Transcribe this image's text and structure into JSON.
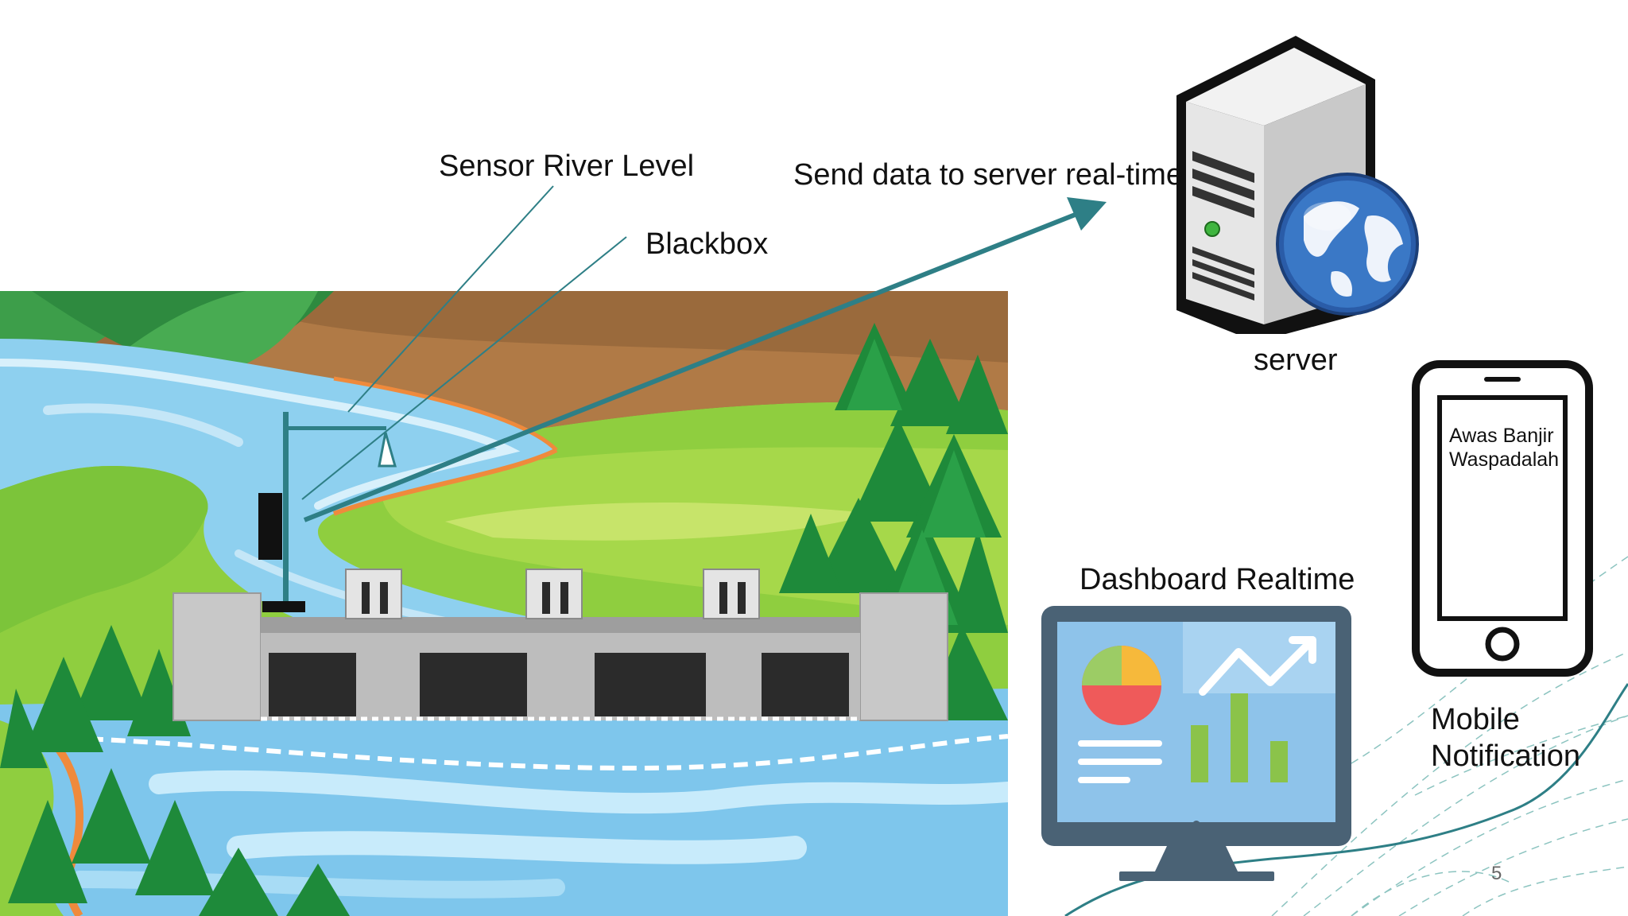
{
  "labels": {
    "sensor": "Sensor River Level",
    "blackbox": "Blackbox",
    "send": "Send data to server real-time",
    "server": "server",
    "dashboard": "Dashboard Realtime",
    "mobile_line1": "Mobile",
    "mobile_line2": "Notification",
    "phone_line1": "Awas Banjir",
    "phone_line2": "Waspadalah",
    "page_number": "5"
  },
  "colors": {
    "arrow": "#2e7f86",
    "water": "#8ed0ef",
    "grass": "#8fce3f",
    "trees": "#1e8a3a",
    "dam": "#c8c8c8",
    "globe": "#3a78c6",
    "screen": "#8ec3ea"
  },
  "icons": [
    "server-icon",
    "globe-icon",
    "dashboard-monitor-icon",
    "smartphone-icon",
    "river-dam-illustration"
  ]
}
